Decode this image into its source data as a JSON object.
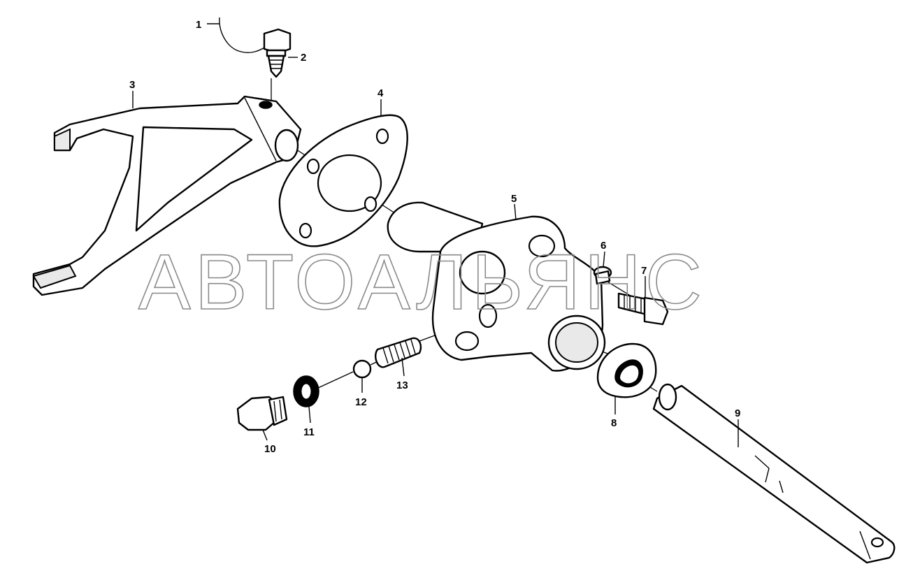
{
  "watermark": "АВТОАЛЬЯНС",
  "callouts": [
    "1",
    "2",
    "3",
    "4",
    "5",
    "6",
    "7",
    "8",
    "9",
    "10",
    "11",
    "12",
    "13"
  ]
}
